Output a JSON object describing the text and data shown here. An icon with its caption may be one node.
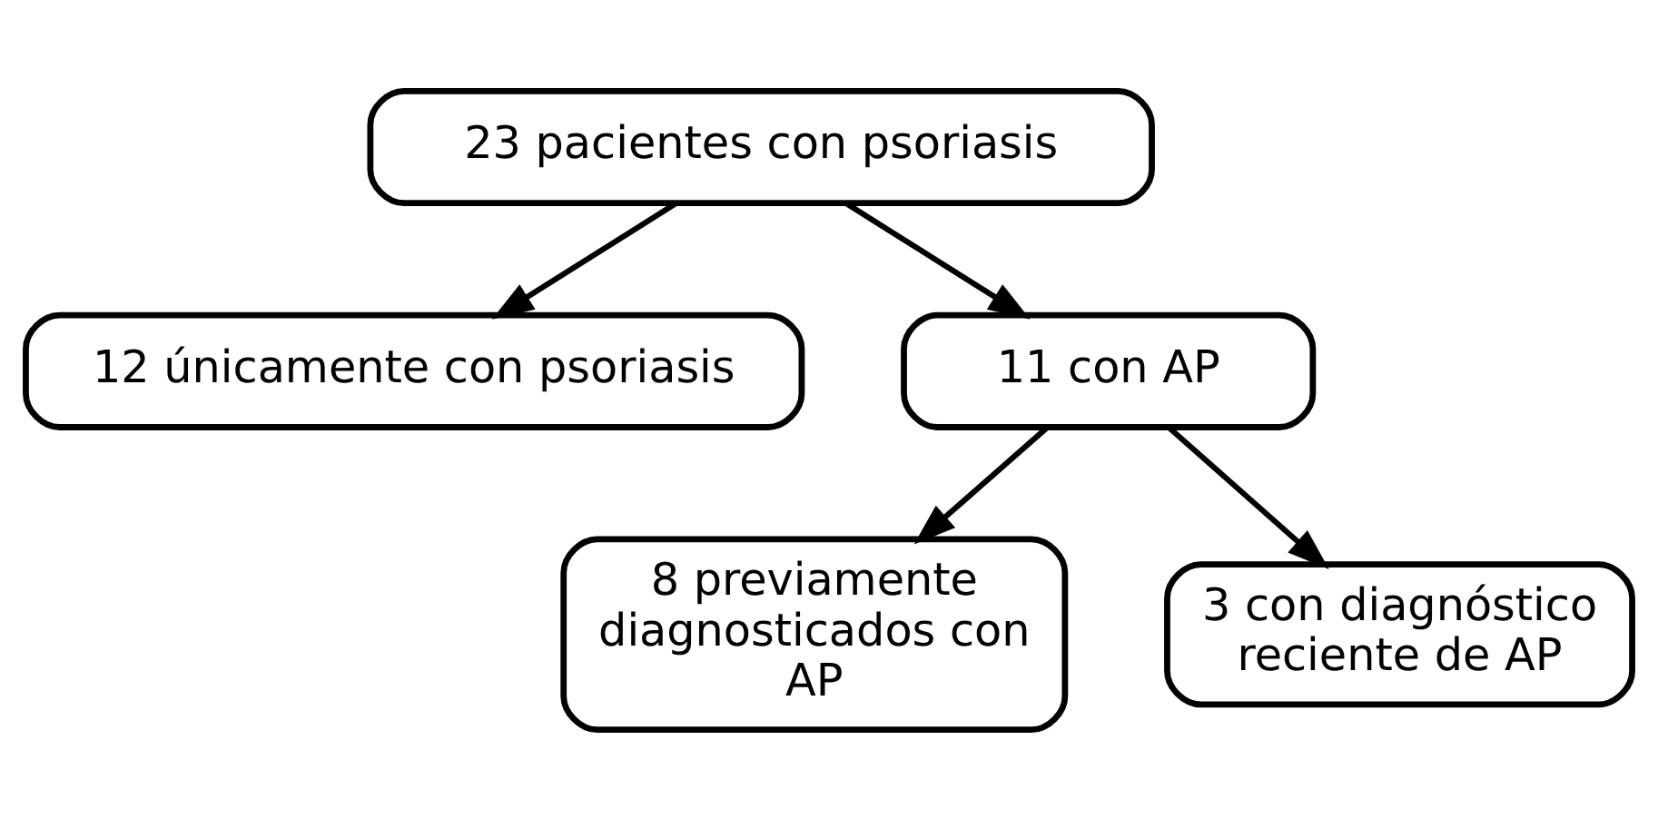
{
  "diagram": {
    "nodes": [
      {
        "text": [
          "23 pacientes con psoriasis"
        ]
      },
      {
        "text": [
          "12 únicamente con psoriasis"
        ]
      },
      {
        "text": [
          "11 con AP"
        ]
      },
      {
        "text": [
          "8 previamente diagnosticados con AP"
        ]
      },
      {
        "text": [
          "3 con diagnóstico reciente de AP"
        ]
      }
    ],
    "edges": [
      {
        "from": 0,
        "to": 1,
        "arrow": "to"
      },
      {
        "from": 0,
        "to": 2,
        "arrow": "to"
      },
      {
        "from": 2,
        "to": 3,
        "arrow": "to"
      },
      {
        "from": 2,
        "to": 4,
        "arrow": "to"
      }
    ]
  }
}
